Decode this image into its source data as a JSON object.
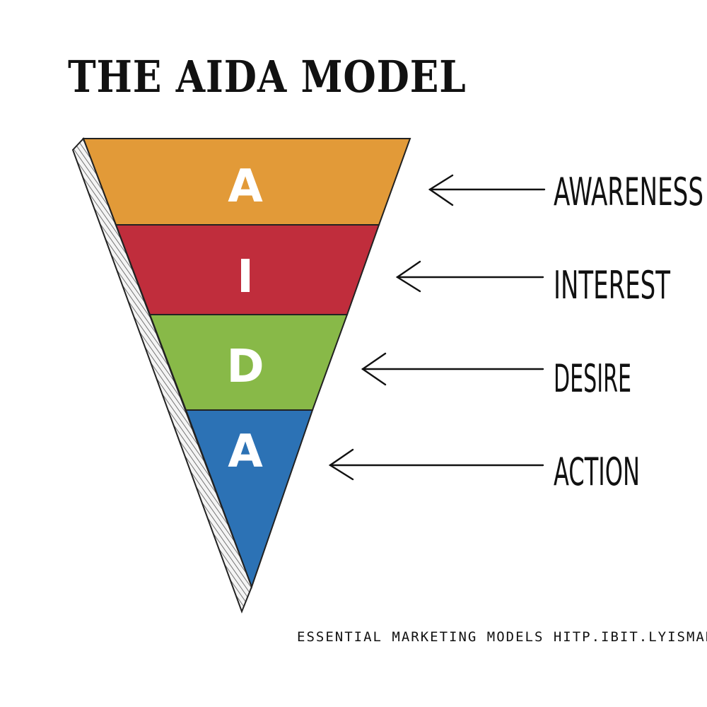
{
  "title": "THE AIDA MODEL",
  "stages": [
    {
      "letter": "A",
      "label": "AWARENESS",
      "color": "#E29A38"
    },
    {
      "letter": "I",
      "label": "INTEREST",
      "color": "#C02D3C"
    },
    {
      "letter": "D",
      "label": "DESIRE",
      "color": "#88B948"
    },
    {
      "letter": "A",
      "label": "ACTION",
      "color": "#2C72B5"
    }
  ],
  "footer": "ESSENTIAL MARKETING MODELS HITP.IBIT.LYISMARTMODED"
}
